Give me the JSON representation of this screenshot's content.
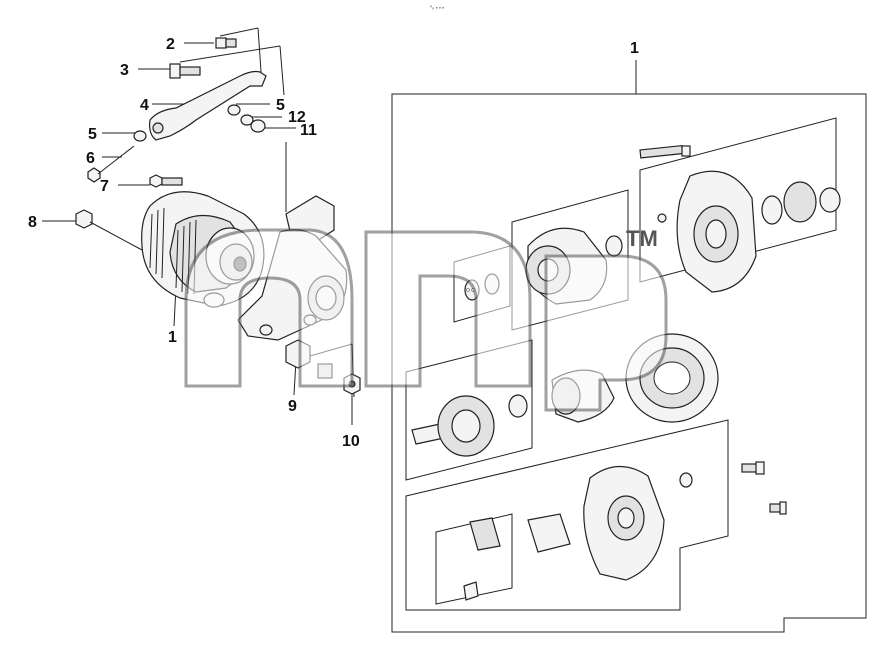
{
  "header_mark": "⁰ₒ ∘∘∘",
  "callouts": [
    {
      "id": "c2",
      "label": "2"
    },
    {
      "id": "c3",
      "label": "3"
    },
    {
      "id": "c4",
      "label": "4"
    },
    {
      "id": "c5a",
      "label": "5"
    },
    {
      "id": "c12",
      "label": "12"
    },
    {
      "id": "c11",
      "label": "11"
    },
    {
      "id": "c5b",
      "label": "5"
    },
    {
      "id": "c6",
      "label": "6"
    },
    {
      "id": "c7",
      "label": "7"
    },
    {
      "id": "c8",
      "label": "8"
    },
    {
      "id": "c1a",
      "label": "1"
    },
    {
      "id": "c9",
      "label": "9"
    },
    {
      "id": "c10",
      "label": "10"
    },
    {
      "id": "c1b",
      "label": "1"
    }
  ],
  "watermark": {
    "text": "amp",
    "tm": "TM"
  },
  "inset_labels": {
    "oc": "O C"
  },
  "colors": {
    "line": "#222222",
    "background": "#ffffff",
    "watermark": "#555555"
  }
}
